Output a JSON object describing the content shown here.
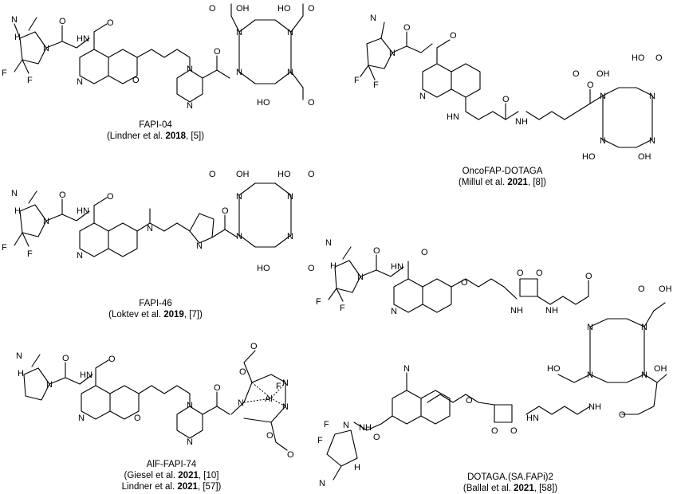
{
  "compounds": [
    {
      "name": "FAPI-04",
      "ref_prefix": "(Lindner et al. ",
      "year": "2018",
      "ref_suffix": ", [5])"
    },
    {
      "name": "OncoFAP-DOTAGA",
      "ref_prefix": "(Millul et al. ",
      "year": "2021",
      "ref_suffix": ", [8])"
    },
    {
      "name": "FAPI-46",
      "ref_prefix": "(Loktev et al. ",
      "year": "2019",
      "ref_suffix": ", [7])"
    },
    {
      "name": "AlF-FAPI-74",
      "ref_prefix": "(Giesel et al. ",
      "year": "2021",
      "ref_suffix": ", [10]",
      "ref2_prefix": "Lindner et al. ",
      "year2": "2021",
      "ref2_suffix": ", [57])"
    },
    {
      "name": "DOTAGA.(SA.FAPi)2",
      "ref_prefix": "(Ballal et al. ",
      "year": "2021",
      "ref_suffix": ", [58])"
    }
  ],
  "atoms": {
    "N": "N",
    "O": "O",
    "F": "F",
    "H": "H",
    "NH": "NH",
    "HN": "HN",
    "OH": "OH",
    "HO": "HO",
    "Al": "Al",
    "H2": "H"
  }
}
